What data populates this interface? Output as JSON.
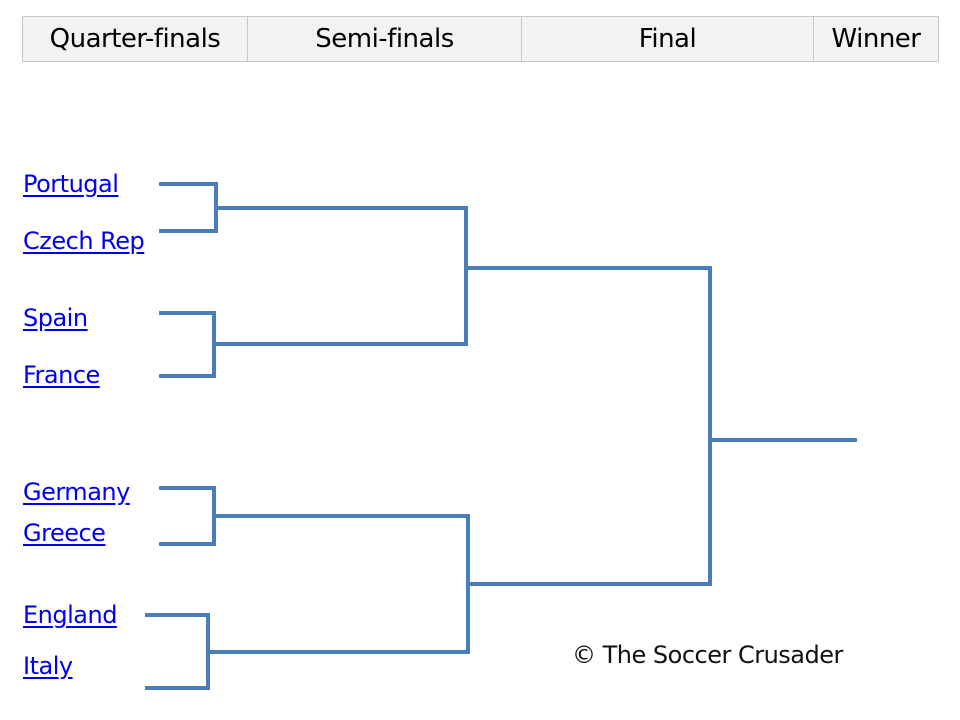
{
  "header": {
    "columns": [
      "Quarter-finals",
      "Semi-finals",
      "Final",
      "Winner"
    ]
  },
  "teams": [
    "Portugal",
    "Czech Rep",
    "Spain",
    "France",
    "Germany",
    "Greece",
    "England",
    "Italy"
  ],
  "bracket": {
    "quarter_final_pairs": [
      [
        "Portugal",
        "Czech Rep"
      ],
      [
        "Spain",
        "France"
      ],
      [
        "Germany",
        "Greece"
      ],
      [
        "England",
        "Italy"
      ]
    ],
    "semi_finalists": [
      "",
      "",
      "",
      ""
    ],
    "finalists": [
      "",
      ""
    ],
    "winner": ""
  },
  "footer": {
    "copyright": "© The Soccer Crusader"
  },
  "colors": {
    "line": "#4a7ebb",
    "link": "#0000ee",
    "header_bg": "#f2f2f2"
  }
}
